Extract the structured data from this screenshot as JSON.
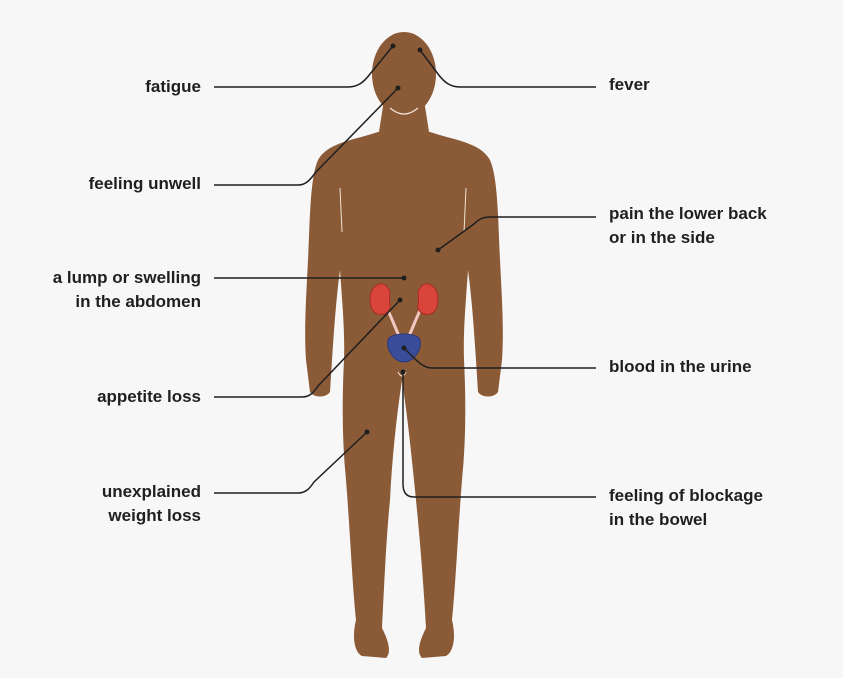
{
  "colors": {
    "background": "#f7f7f7",
    "skin": "#8b5a37",
    "skin_shadow": "#7a4c2d",
    "kidney": "#d9453a",
    "bladder": "#3a4d9a",
    "ureter": "#f0c7c2",
    "line": "#1f1f1f",
    "text": "#1f1f1f"
  },
  "labels": {
    "fatigue": [
      "fatigue"
    ],
    "feeling_unwell": [
      "feeling unwell"
    ],
    "lump": [
      "a lump or swelling",
      "in the abdomen"
    ],
    "appetite": [
      "appetite loss"
    ],
    "weight": [
      "unexplained",
      "weight loss"
    ],
    "fever": [
      "fever"
    ],
    "back_pain": [
      "pain the lower back",
      "or in the side"
    ],
    "blood": [
      "blood in the urine"
    ],
    "bowel": [
      "feeling of blockage",
      "in the bowel"
    ]
  }
}
